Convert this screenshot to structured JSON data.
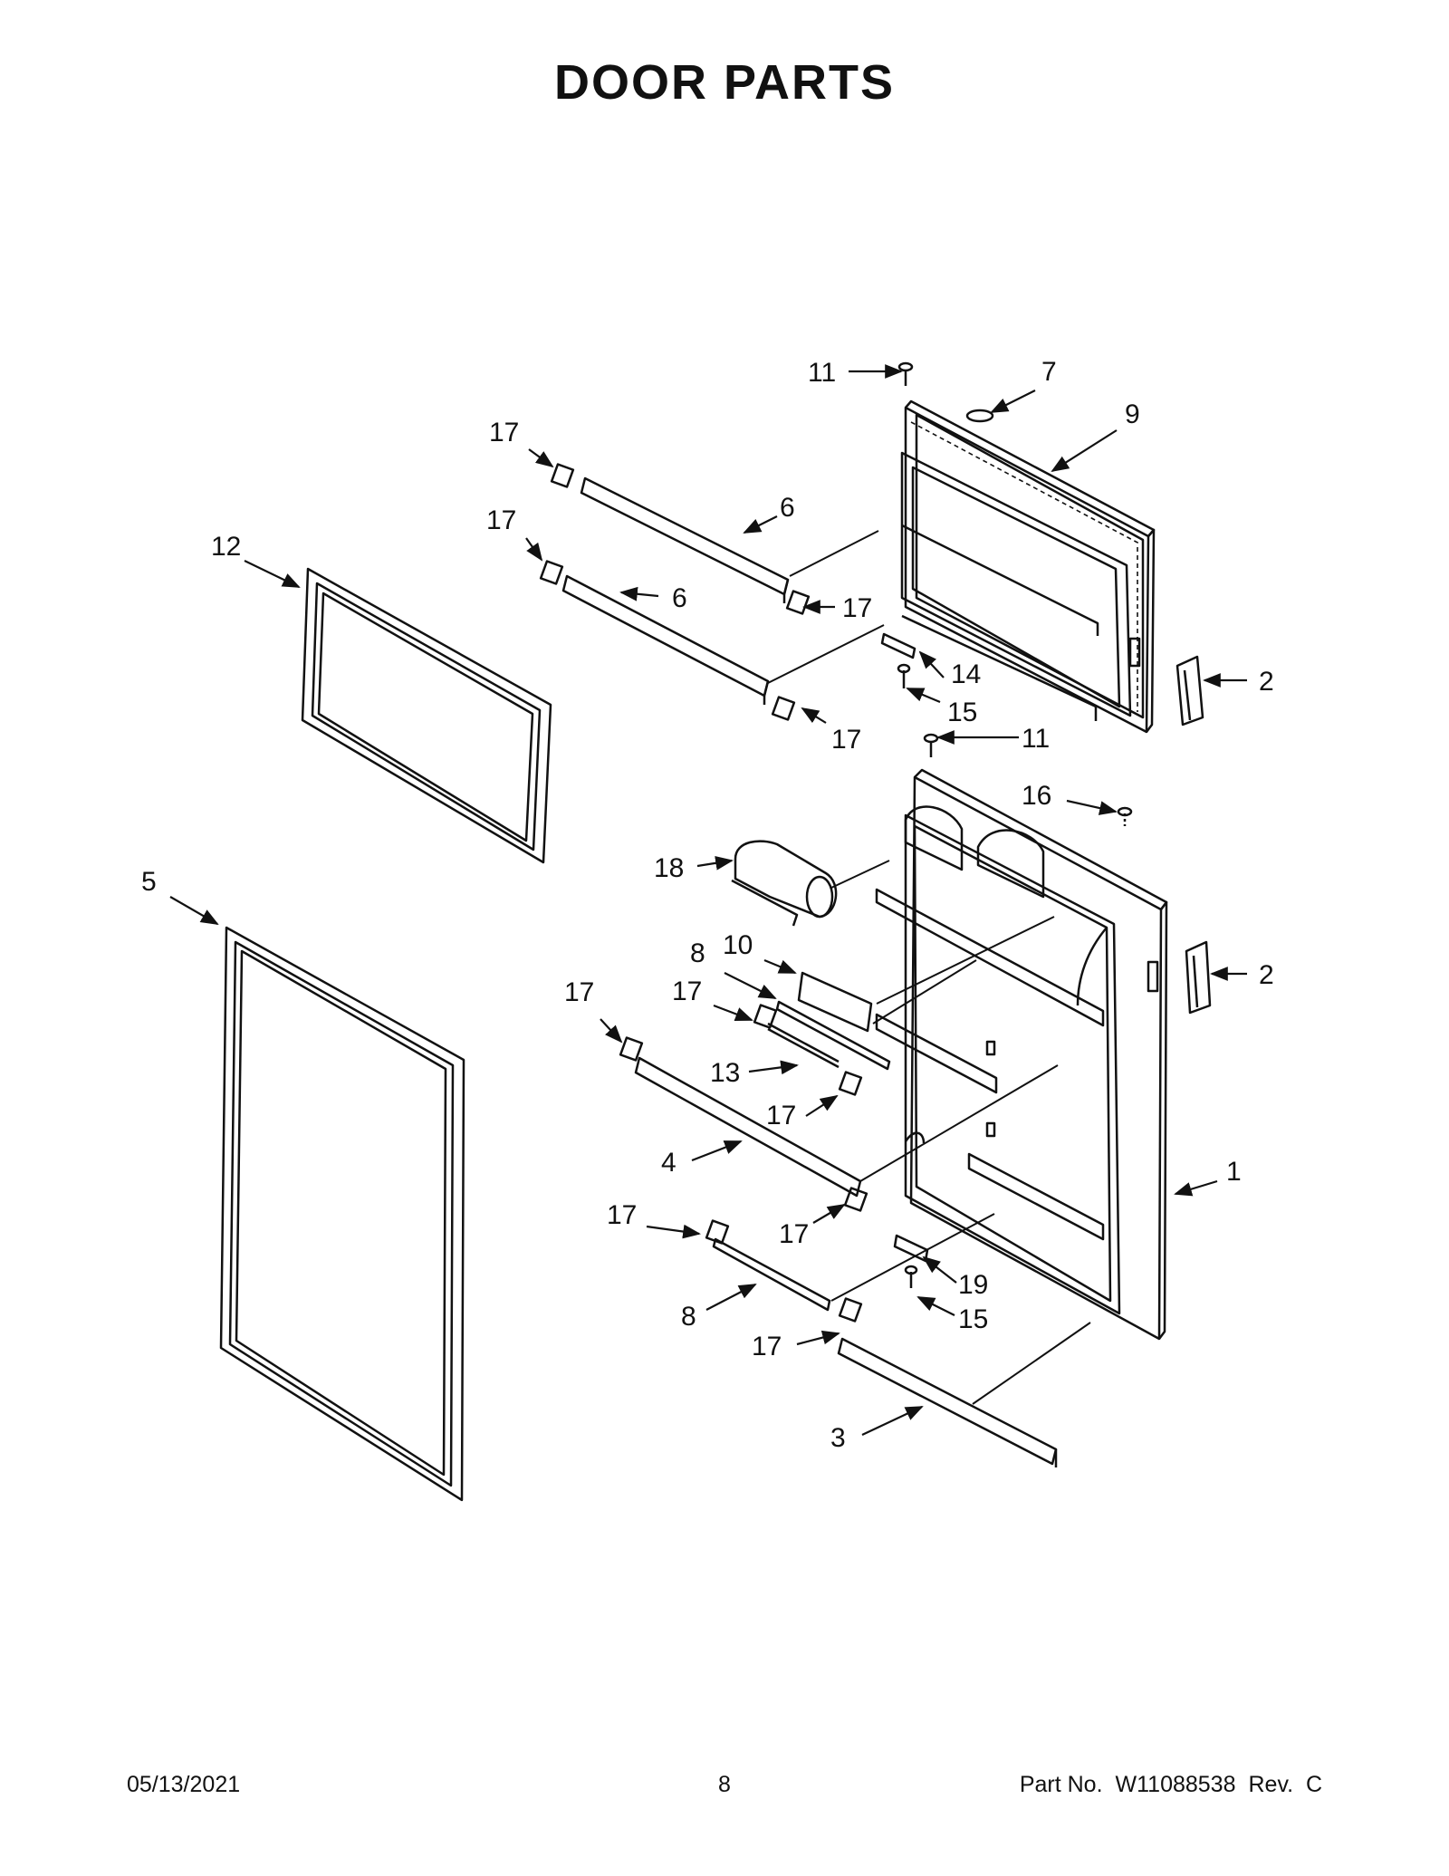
{
  "page": {
    "title": "DOOR PARTS"
  },
  "callouts": [
    "11",
    "7",
    "9",
    "17",
    "17",
    "6",
    "6",
    "12",
    "17",
    "17",
    "14",
    "15",
    "2",
    "11",
    "16",
    "5",
    "18",
    "8",
    "10",
    "2",
    "17",
    "17",
    "13",
    "17",
    "4",
    "1",
    "17",
    "17",
    "19",
    "8",
    "15",
    "17",
    "3"
  ],
  "footer": {
    "date": "05/13/2021",
    "page_number": "8",
    "part_label": "Part No.",
    "part_number": "W11088538",
    "revision": "Rev.  C"
  }
}
